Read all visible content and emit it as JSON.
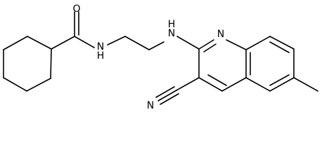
{
  "molecule": {
    "atom_labels": {
      "carbonyl_oxygen": "O",
      "amide_nitrogen": "N",
      "amide_hydrogen": "H",
      "amine_nitrogen": "N",
      "amine_hydrogen": "H",
      "ring_nitrogen": "N",
      "nitrile_nitrogen": "N"
    }
  }
}
